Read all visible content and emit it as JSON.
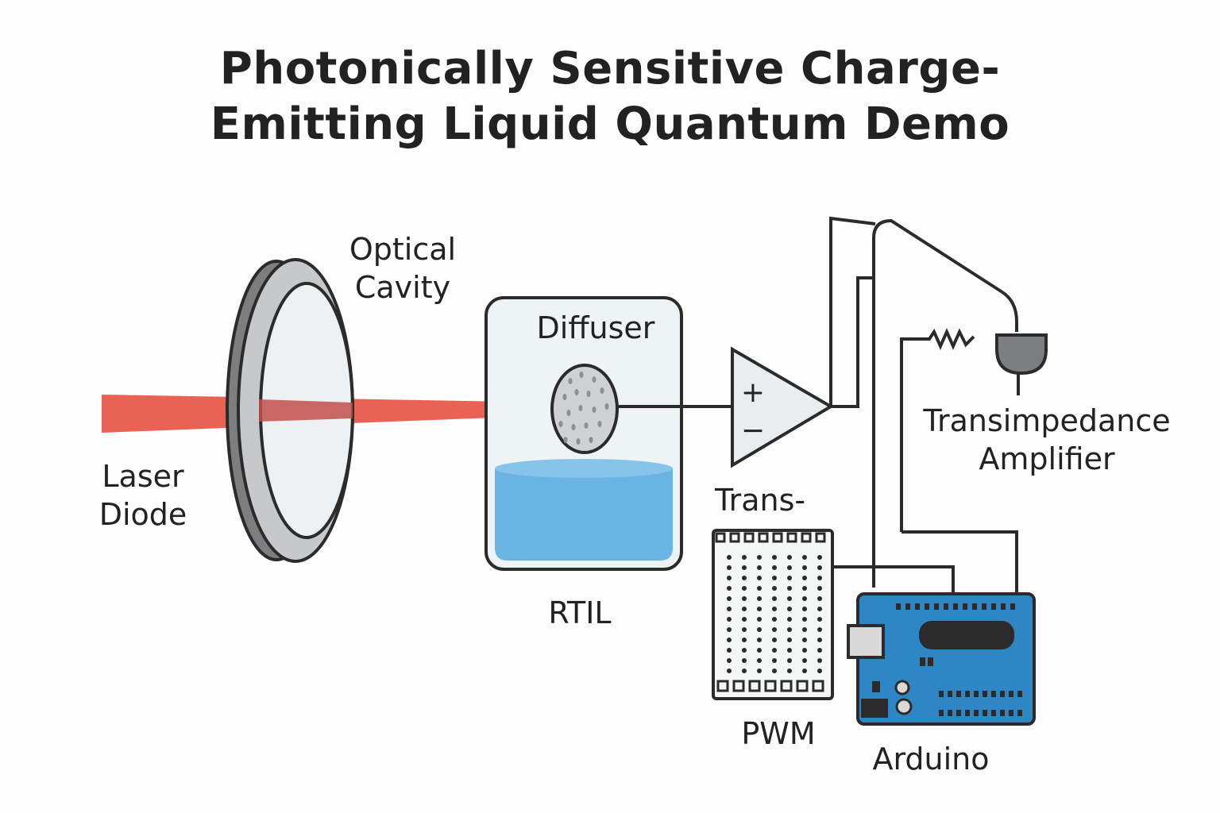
{
  "title": {
    "line1": "Photonically Sensitive Charge-",
    "line2": "Emitting Liquid Quantum Demo"
  },
  "labels": {
    "optical_cavity": [
      "Optical",
      "Cavity"
    ],
    "laser_diode": [
      "Laser",
      "Diode"
    ],
    "diffuser": "Diffuser",
    "rtil": "RTIL",
    "trans": "Trans-",
    "pwm": "PWM",
    "transimpedance_amplifier": [
      "Transimpedance",
      "Amplifier"
    ],
    "arduino": "Arduino"
  },
  "op_amp_symbols": {
    "plus": "+",
    "minus": "−"
  },
  "colors": {
    "laser_beam": "#e85a4a",
    "liquid": "#6ab4e4",
    "arduino_board": "#2f86c4",
    "outline": "#2b2b2b"
  }
}
